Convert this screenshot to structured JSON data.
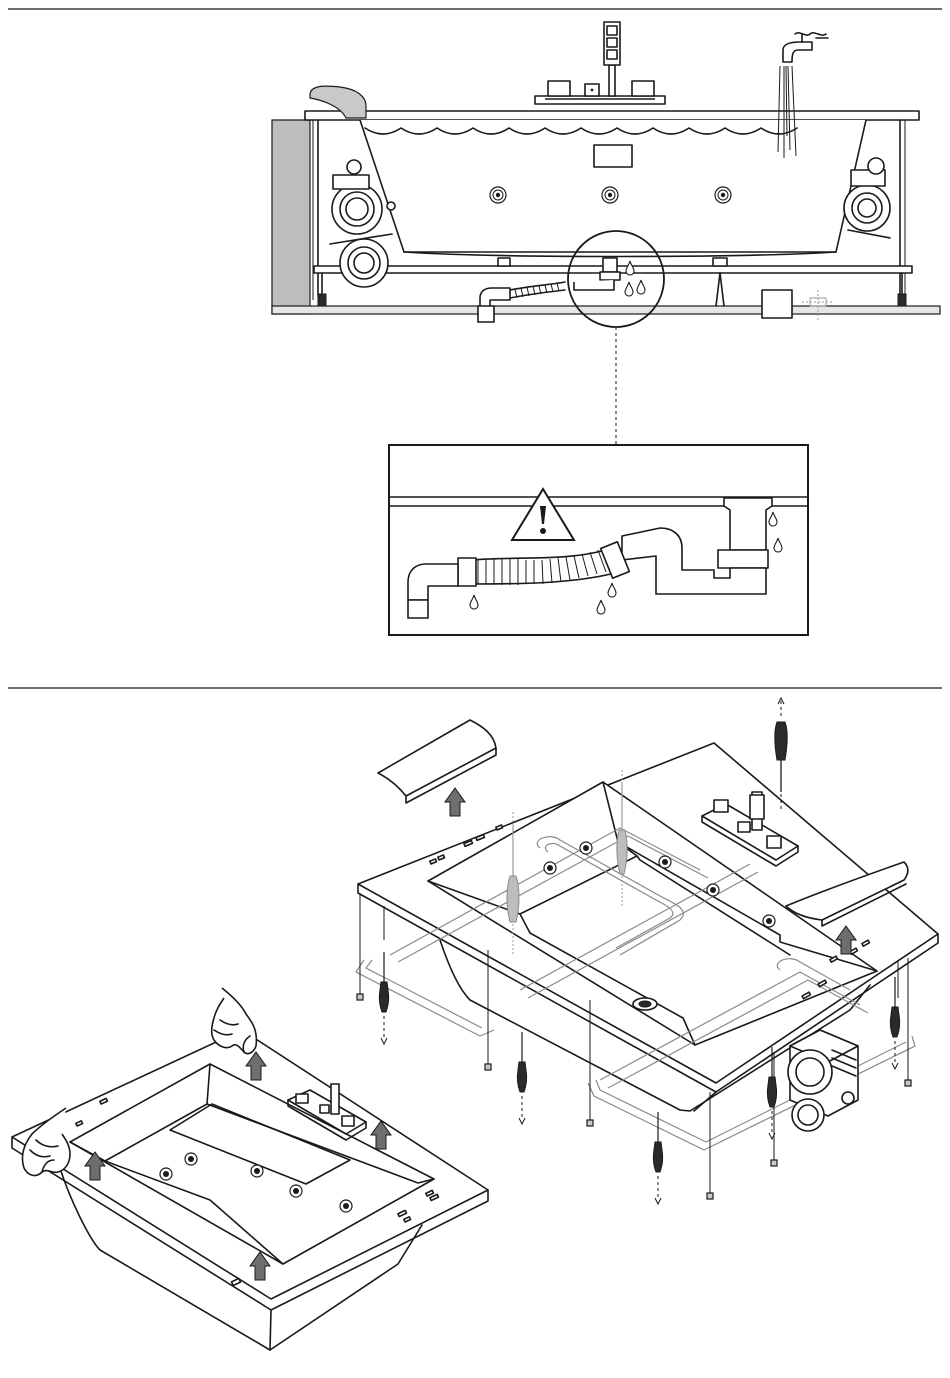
{
  "figure": {
    "panels": [
      "bathtub-cross-section",
      "drain-detail",
      "frame-disassembly",
      "bathtub-lift"
    ],
    "icons": [
      "warning-triangle-icon",
      "water-drop-icon",
      "tap-icon",
      "screwdriver-icon",
      "pump-motor-icon",
      "hand-icon",
      "lift-arrow-icon"
    ],
    "colors": {
      "line": "#1a1a1a",
      "wall": "#bdbdbd",
      "screwdriver_handle": "#2a2a2a",
      "arrow_fill": "#6e6e6e"
    }
  }
}
